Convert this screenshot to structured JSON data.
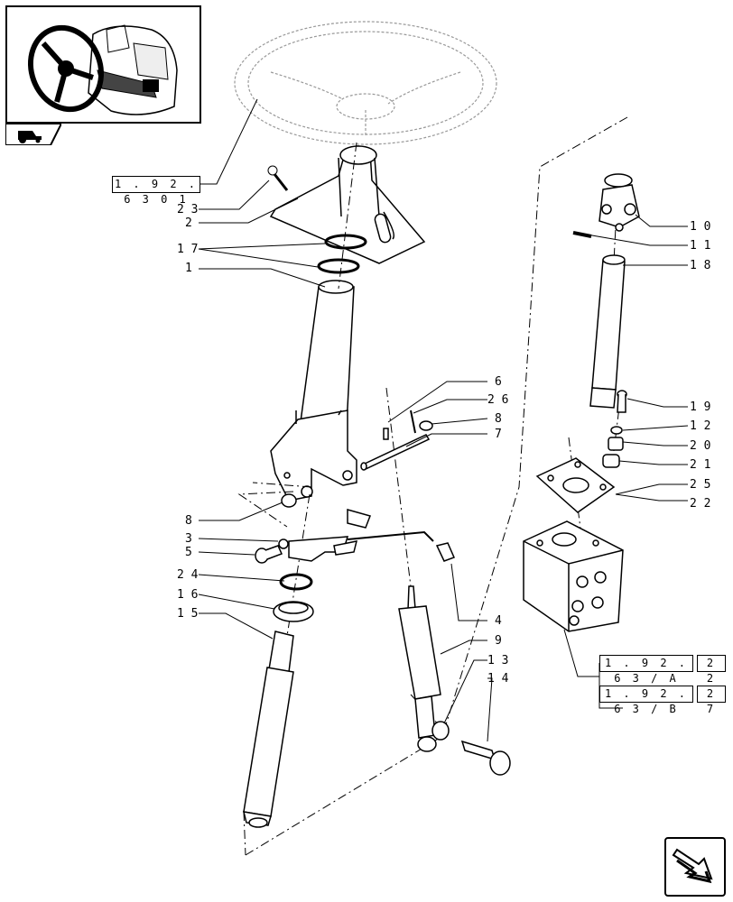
{
  "callouts": {
    "c23": "2 3",
    "c2": "2",
    "c17": "1 7",
    "c1": "1",
    "c6": "6",
    "c26": "2 6",
    "c8a": "8",
    "c7": "7",
    "c8b": "8",
    "c3": "3",
    "c5": "5",
    "c24": "2 4",
    "c16": "1 6",
    "c15": "1 5",
    "c4": "4",
    "c9": "9",
    "c13": "1 3",
    "c14": "1 4",
    "c10": "1 0",
    "c11": "1 1",
    "c18": "1 8",
    "c19": "1 9",
    "c12": "1 2",
    "c20": "2 0",
    "c21": "2 1",
    "c25": "2 5",
    "c22": "2 2"
  },
  "refs": {
    "steering_wheel": "1 . 9 2 . 6 3  0 1",
    "ref_a": "1 . 9 2 . 6 3 / A",
    "ref_a_page": "2 2",
    "ref_b": "1 . 9 2 . 6 3 / B",
    "ref_b_page": "2 7"
  },
  "icons": {
    "thumbnail": "tractor-cab-steering-thumbnail",
    "tab": "tractor-icon",
    "nav": "next-page-arrow-icon"
  }
}
